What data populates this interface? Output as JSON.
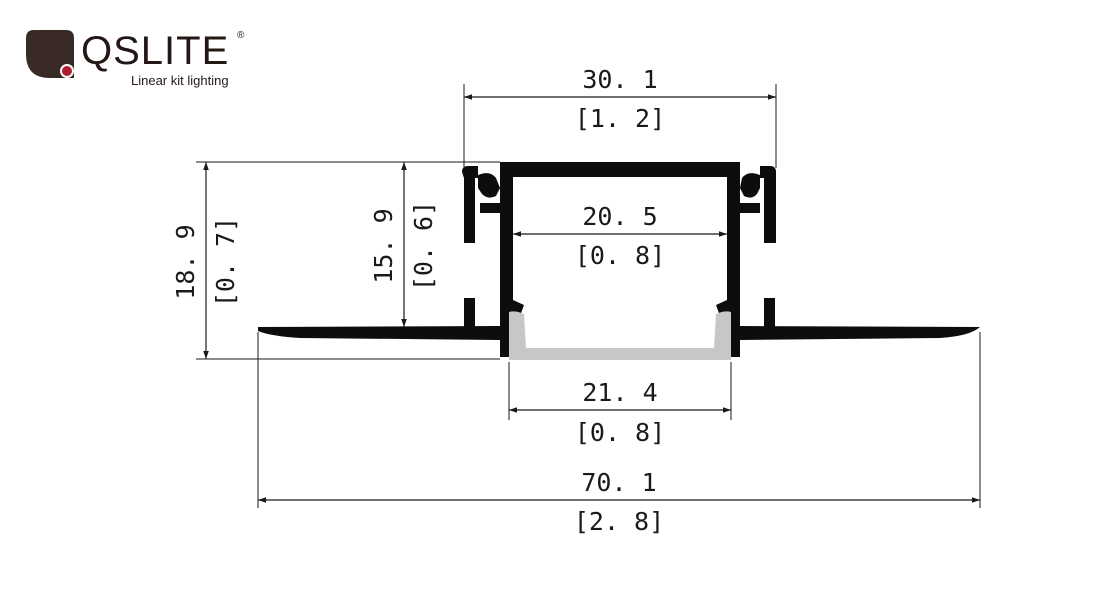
{
  "brand": {
    "name": "QSLITE",
    "registered_mark": "®",
    "tagline": "Linear kit lighting",
    "colors": {
      "mark_dark": "#3a2a26",
      "mark_dot": "#b01e2e",
      "text": "#231815"
    }
  },
  "dimensions": {
    "top_width": {
      "value": "30. 1",
      "inch": "[1. 2]"
    },
    "inner_width": {
      "value": "20. 5",
      "inch": "[0. 8]"
    },
    "diffuser_width": {
      "value": "21. 4",
      "inch": "[0. 8]"
    },
    "overall_width": {
      "value": "70. 1",
      "inch": "[2. 8]"
    },
    "overall_height": {
      "value": "18. 9",
      "inch": "[0. 7]"
    },
    "body_height": {
      "value": "15. 9",
      "inch": "[0. 6]"
    }
  },
  "colors": {
    "profile": "#0d0d0d",
    "diffuser": "#c7c7c7",
    "lines": "#1a1a1a"
  }
}
